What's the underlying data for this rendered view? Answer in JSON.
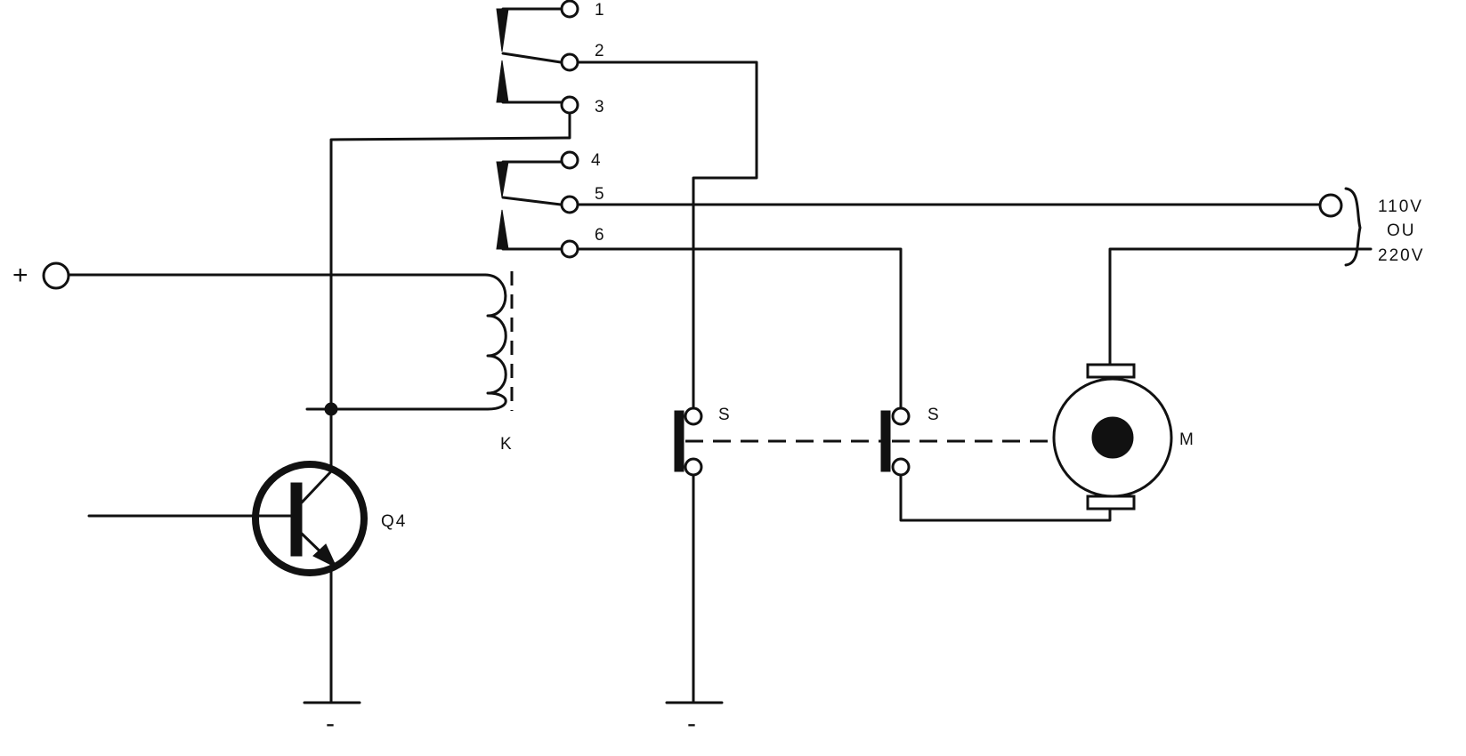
{
  "diagram": {
    "relay_contacts": [
      {
        "label": "1"
      },
      {
        "label": "2"
      },
      {
        "label": "3"
      },
      {
        "label": "4"
      },
      {
        "label": "5"
      },
      {
        "label": "6"
      }
    ],
    "power_input": {
      "label": "+"
    },
    "relay_coil": {
      "label": "K"
    },
    "transistor": {
      "label": "Q4"
    },
    "switch_1": {
      "label": "S"
    },
    "switch_2": {
      "label": "S"
    },
    "motor": {
      "label": "M"
    },
    "mains": {
      "line_1": "110V",
      "line_2": "OU",
      "line_3": "220V"
    },
    "ground_symbols": [
      {
        "mark": "-"
      },
      {
        "mark": "-"
      }
    ]
  }
}
